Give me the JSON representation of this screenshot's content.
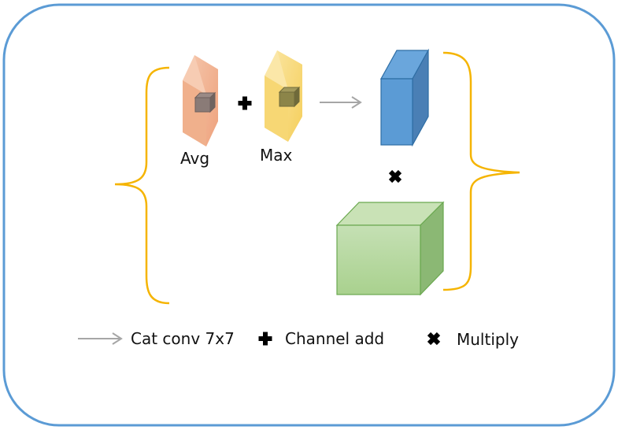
{
  "labels": {
    "avg": "Avg",
    "max": "Max"
  },
  "legend": {
    "arrow": "Cat conv 7x7",
    "plus": "Channel add",
    "times": "Multiply"
  },
  "colors": {
    "frame": "#5b9bd5",
    "brace": "#f5b400",
    "avg_map": "#f2b08f",
    "max_map": "#f7d774",
    "conv_output": "#5b9bd5",
    "feature_cube": "#a9d18e",
    "arrow": "#a6a6a6"
  },
  "icons": {
    "arrow": "right-arrow-icon",
    "plus": "plus-icon",
    "times": "multiply-icon"
  }
}
